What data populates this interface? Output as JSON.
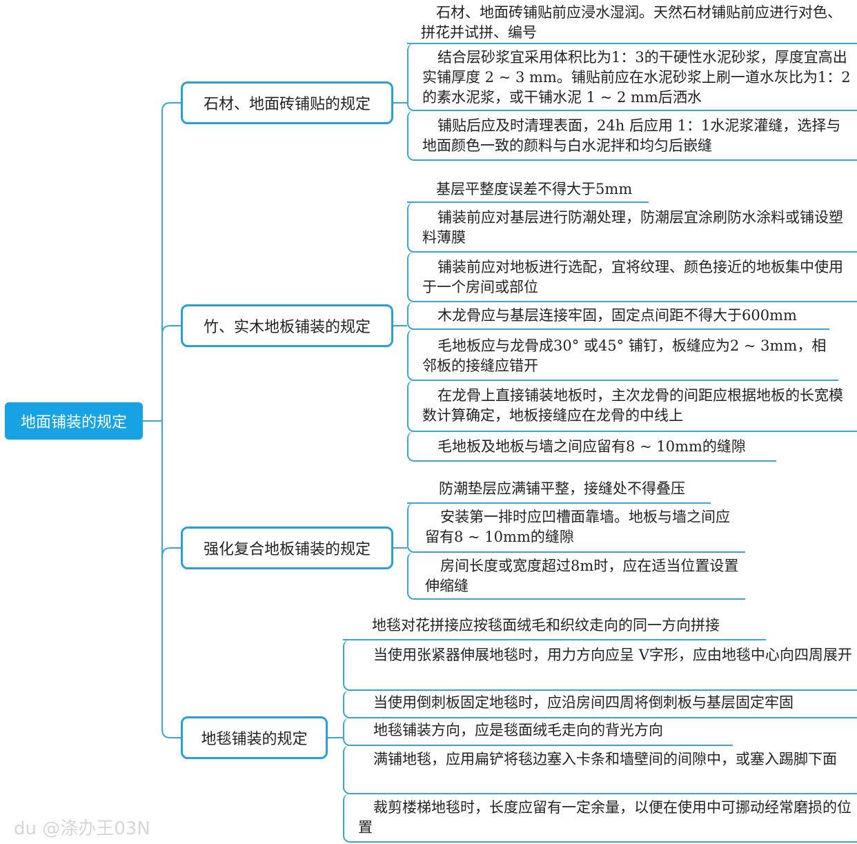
{
  "root": "地面铺装的规定",
  "branches": [
    {
      "label": "石材、地面砖铺贴的规定",
      "items": [
        "石材、地面砖铺贴前应浸水湿润。天然石材铺贴前应进行对色、拼花并试拼、编号",
        "结合层砂浆宜采用体积比为1：3的干硬性水泥砂浆，厚度宜高出实铺厚度 2 ~ 3 mm。铺贴前应在水泥砂浆上刷一道水灰比为1：2的素水泥浆，或干铺水泥 1 ~ 2 mm后洒水",
        "铺贴后应及时清理表面，24h 后应用 1：1水泥浆灌缝，选择与地面颜色一致的颜料与白水泥拌和均匀后嵌缝"
      ]
    },
    {
      "label": "竹、实木地板铺装的规定",
      "items": [
        "基层平整度误差不得大于5mm",
        "铺装前应对基层进行防潮处理，防潮层宜涂刷防水涂料或铺设塑料薄膜",
        "铺装前应对地板进行选配，宜将纹理、颜色接近的地板集中使用于一个房间或部位",
        "木龙骨应与基层连接牢固，固定点间距不得大于600mm",
        "毛地板应与龙骨成30° 或45° 铺钉，板缝应为2 ~ 3mm，相邻板的接缝应错开",
        "在龙骨上直接铺装地板时，主次龙骨的间距应根据地板的长宽模数计算确定，地板接缝应在龙骨的中线上",
        "毛地板及地板与墙之间应留有8 ~ 10mm的缝隙"
      ]
    },
    {
      "label": "强化复合地板铺装的规定",
      "items": [
        "防潮垫层应满铺平整，接缝处不得叠压",
        "安装第一排时应凹槽面靠墙。地板与墙之间应留有8 ~ 10mm的缝隙",
        "房间长度或宽度超过8m时，应在适当位置设置伸缩缝"
      ]
    },
    {
      "label": "地毯铺装的规定",
      "items": [
        "地毯对花拼接应按毯面绒毛和织纹走向的同一方向拼接",
        "当使用张紧器伸展地毯时，用力方向应呈 V字形，应由地毯中心向四周展开",
        "当使用倒刺板固定地毯时，应沿房间四周将倒刺板与基层固定牢固",
        "地毯铺装方向，应是毯面绒毛走向的背光方向",
        "满铺地毯，应用扁铲将毯边塞入卡条和墙壁间的间隙中，或塞入踢脚下面",
        "裁剪楼梯地毯时，长度应留有一定余量，以便在使用中可挪动经常磨损的位置"
      ]
    }
  ],
  "watermark": "du @涤办王03N",
  "colors": {
    "root_fill": "#17a3e3",
    "line": "#2a9fd6"
  }
}
